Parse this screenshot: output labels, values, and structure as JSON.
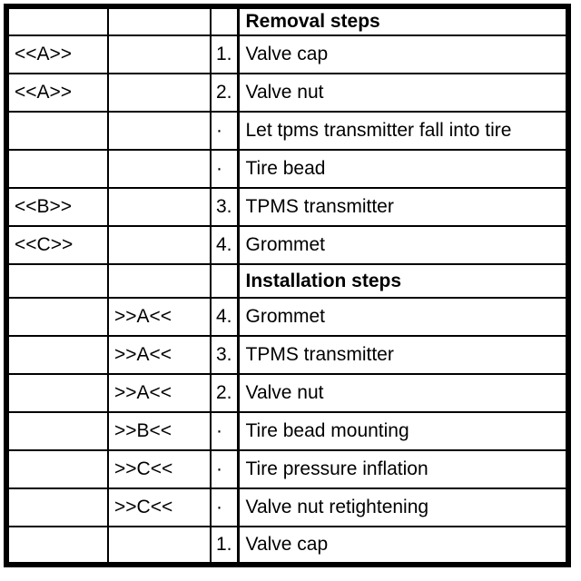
{
  "document": {
    "type": "procedure-step-table",
    "colors": {
      "border": "#000000",
      "background": "#ffffff",
      "text": "#000000"
    },
    "sections": {
      "removal_label": "Removal steps",
      "installation_label": "Installation steps"
    },
    "rows": [
      {
        "c1": "",
        "c2": "",
        "c3": "",
        "c4": "Removal steps"
      },
      {
        "c1": "<<A>>",
        "c2": "",
        "c3": "1.",
        "c4": "Valve cap"
      },
      {
        "c1": "<<A>>",
        "c2": "",
        "c3": "2.",
        "c4": "Valve nut"
      },
      {
        "c1": "",
        "c2": "",
        "c3": "·",
        "c4": "Let tpms transmitter fall into tire"
      },
      {
        "c1": "",
        "c2": "",
        "c3": "·",
        "c4": "Tire bead"
      },
      {
        "c1": "<<B>>",
        "c2": "",
        "c3": "3.",
        "c4": "TPMS transmitter"
      },
      {
        "c1": "<<C>>",
        "c2": "",
        "c3": "4.",
        "c4": "Grommet"
      },
      {
        "c1": "",
        "c2": "",
        "c3": "",
        "c4": "Installation steps"
      },
      {
        "c1": "",
        "c2": ">>A<<",
        "c3": "4.",
        "c4": "Grommet"
      },
      {
        "c1": "",
        "c2": ">>A<<",
        "c3": "3.",
        "c4": "TPMS transmitter"
      },
      {
        "c1": "",
        "c2": ">>A<<",
        "c3": "2.",
        "c4": "Valve nut"
      },
      {
        "c1": "",
        "c2": ">>B<<",
        "c3": "·",
        "c4": "Tire bead mounting"
      },
      {
        "c1": "",
        "c2": ">>C<<",
        "c3": "·",
        "c4": "Tire pressure inflation"
      },
      {
        "c1": "",
        "c2": ">>C<<",
        "c3": "·",
        "c4": "Valve nut retightening"
      },
      {
        "c1": "",
        "c2": "",
        "c3": "1.",
        "c4": "Valve cap"
      }
    ]
  }
}
